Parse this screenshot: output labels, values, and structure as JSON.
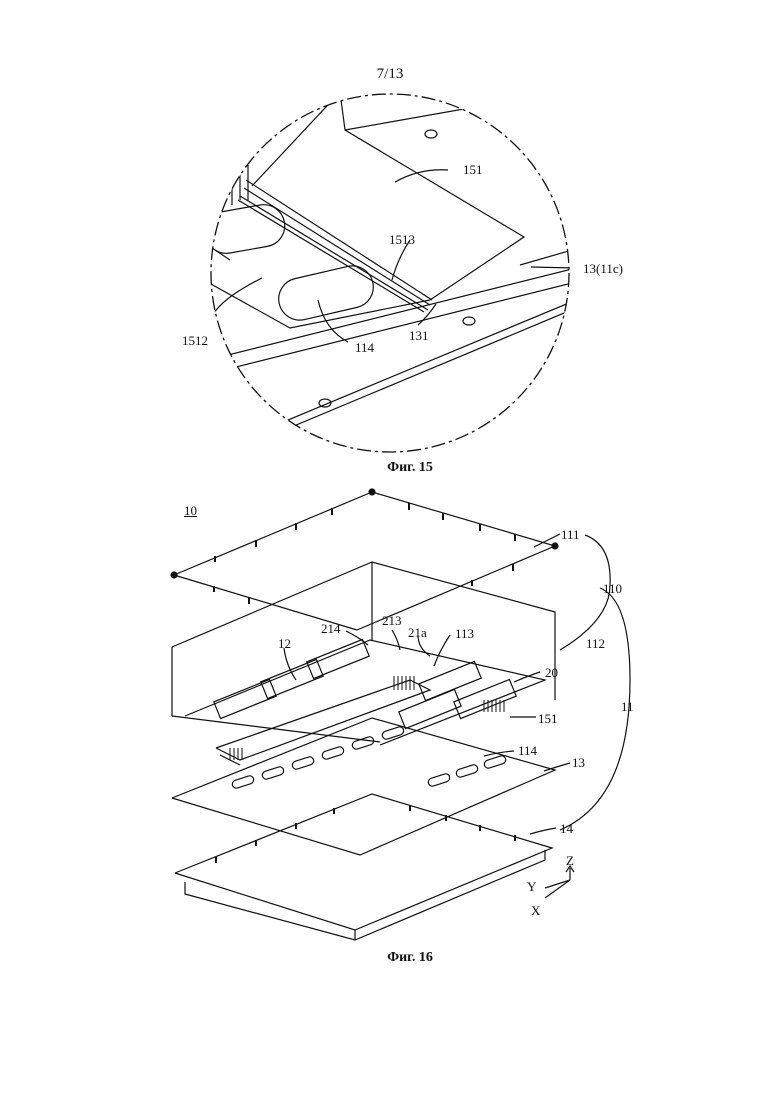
{
  "sheet": {
    "page_number": "7/13"
  },
  "figure15": {
    "caption": "Фиг. 15",
    "labels": {
      "l151": "151",
      "l1513": "1513",
      "l13": "13(11c)",
      "l1512": "1512",
      "l114": "114",
      "l131": "131"
    }
  },
  "figure16": {
    "caption": "Фиг. 16",
    "labels": {
      "l10": "10",
      "l111": "111",
      "l110": "110",
      "l112": "112",
      "l11": "11",
      "l20": "20",
      "l151": "151",
      "l114": "114",
      "l13": "13",
      "l14": "14",
      "l12": "12",
      "l214": "214",
      "l213": "213",
      "l21a": "21a",
      "l113": "113"
    },
    "axes": {
      "z": "Z",
      "y": "Y",
      "x": "X"
    }
  }
}
